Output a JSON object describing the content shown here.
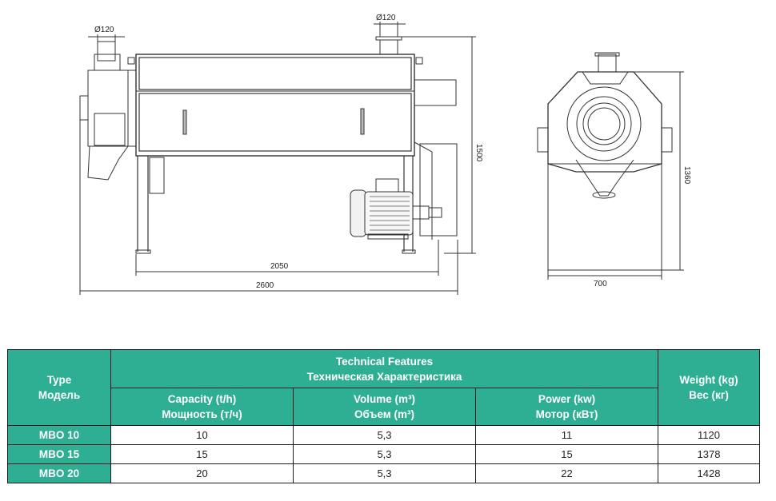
{
  "drawing": {
    "dims": {
      "front_inlet_diameter": "Ø120",
      "top_inlet_diameter": "Ø120",
      "height": "1500",
      "frame_length": "2050",
      "overall_length": "2600",
      "side_height": "1360",
      "side_width": "700"
    }
  },
  "table": {
    "type_en": "Type",
    "type_ru": "Модель",
    "features_en": "Technical Features",
    "features_ru": "Техническая Характеристика",
    "weight_en": "Weight (kg)",
    "weight_ru": "Вес (кг)",
    "columns": [
      {
        "en": "Capacity (t/h)",
        "ru": "Мощность (т/ч)"
      },
      {
        "en": "Volume (m³)",
        "ru": "Объем (m³)"
      },
      {
        "en": "Power (kw)",
        "ru": "Мотор (кВт)"
      }
    ],
    "rows": [
      {
        "model": "MBO 10",
        "capacity": "10",
        "volume": "5,3",
        "power": "11",
        "weight": "1120"
      },
      {
        "model": "MBO 15",
        "capacity": "15",
        "volume": "5,3",
        "power": "15",
        "weight": "1378"
      },
      {
        "model": "MBO 20",
        "capacity": "20",
        "volume": "5,3",
        "power": "22",
        "weight": "1428"
      }
    ]
  }
}
